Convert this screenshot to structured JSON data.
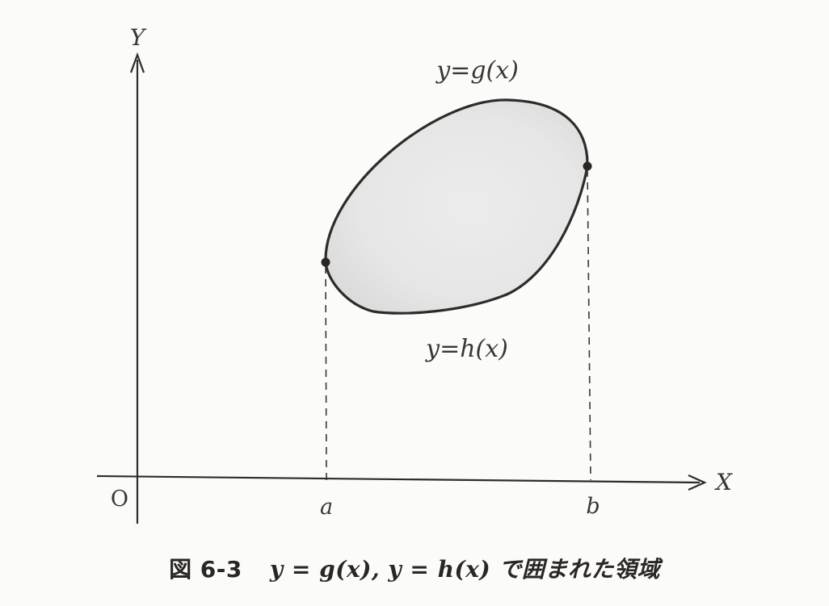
{
  "diagram": {
    "axis_x_label": "X",
    "axis_y_label": "Y",
    "origin_label": "O",
    "point_a_label": "a",
    "point_b_label": "b",
    "upper_curve_label": "y=g(x)",
    "lower_curve_label": "y=h(x)"
  },
  "caption": {
    "label": "図 6-3",
    "text": "y = g(x), y = h(x) で囲まれた領域"
  },
  "colors": {
    "ink": "#2f2b29",
    "region_fill": "#e6e6e6",
    "background": "#fbfbf9"
  }
}
